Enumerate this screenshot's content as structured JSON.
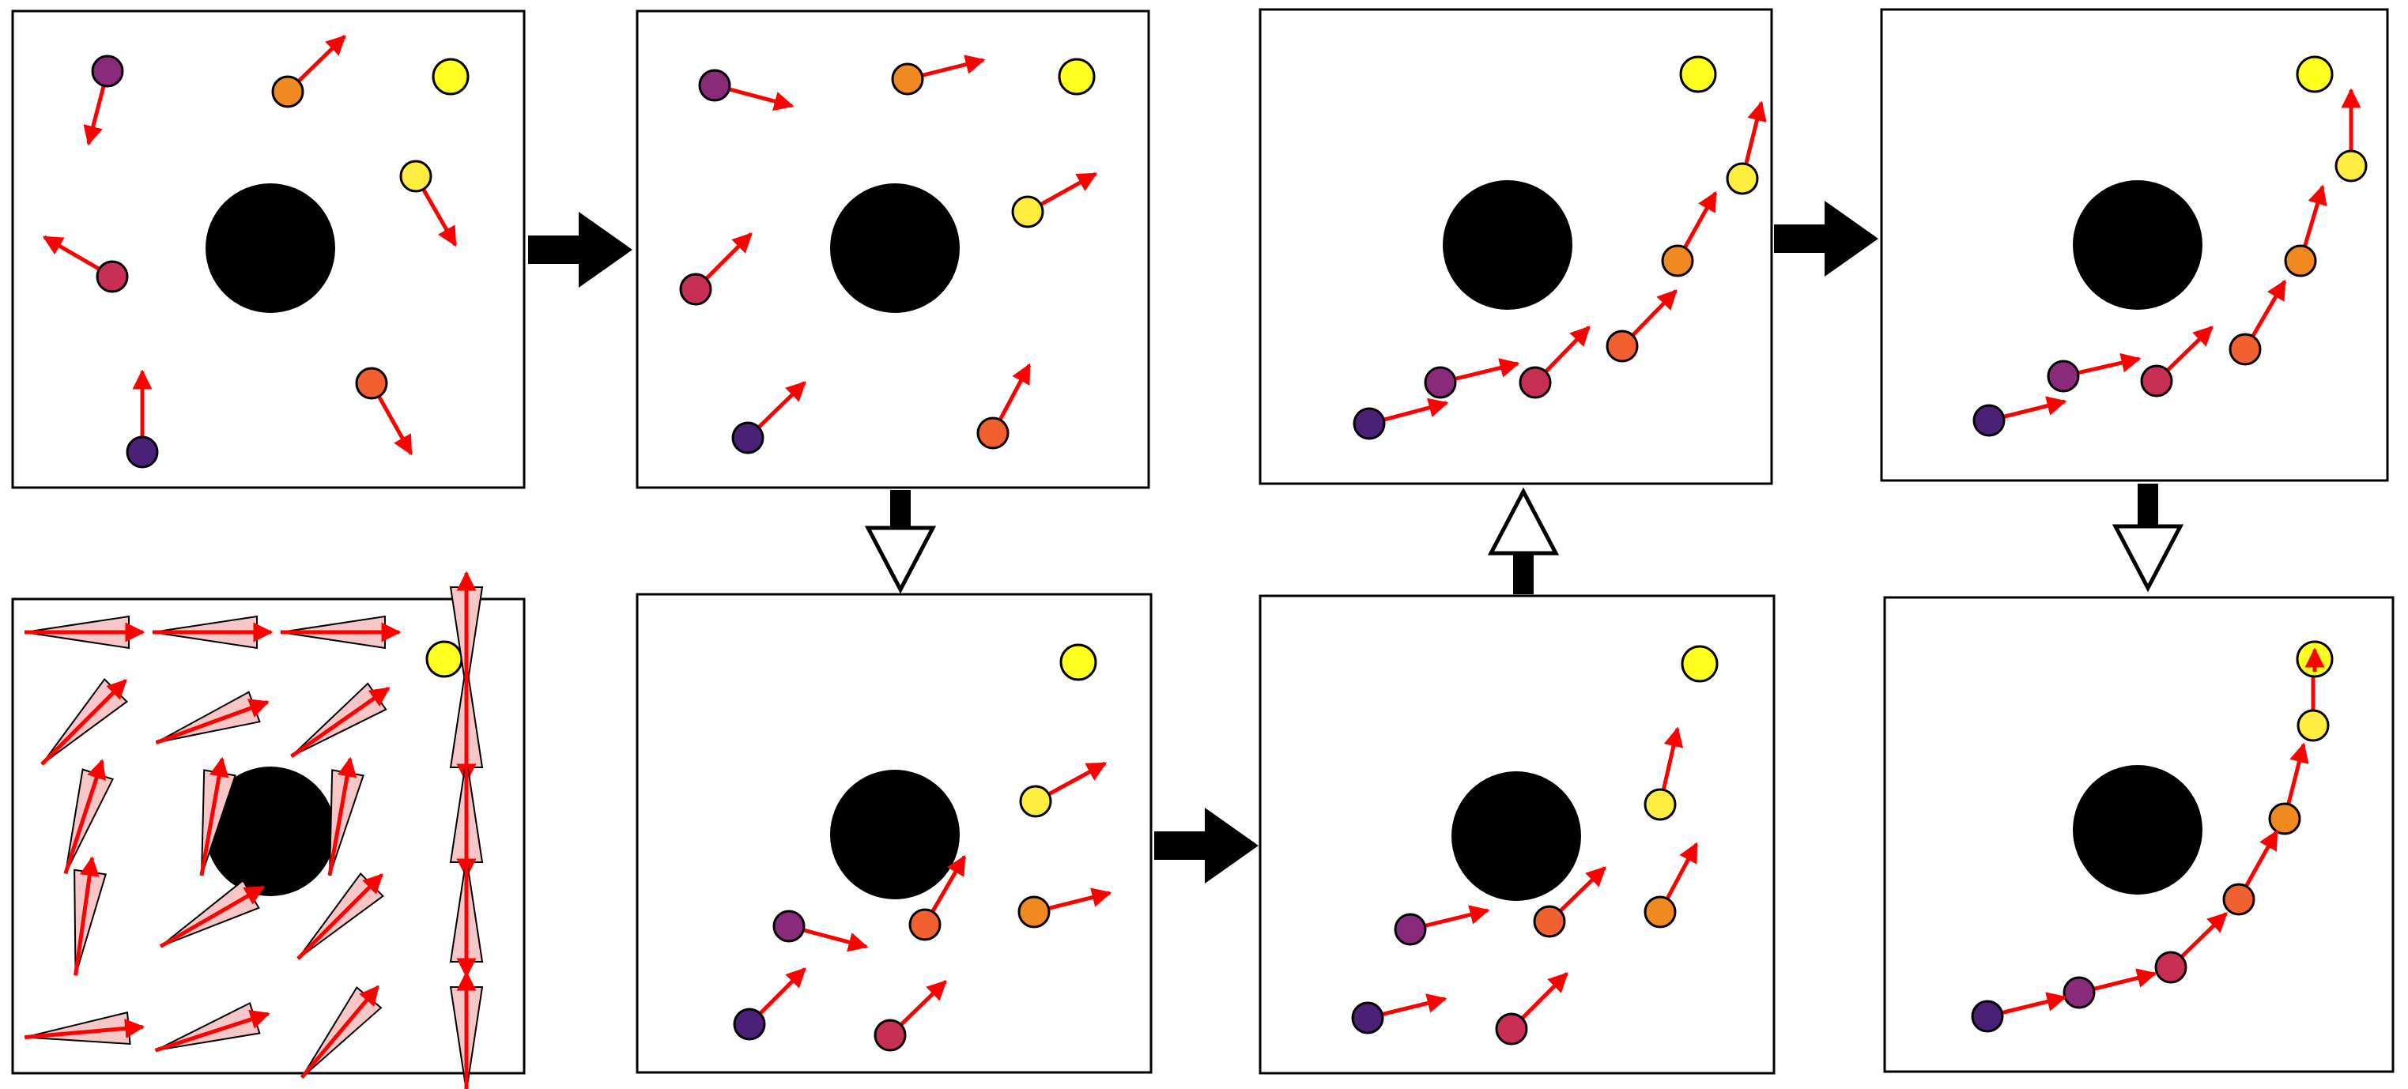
{
  "colors": {
    "background": "#ffffff",
    "panel_border": "#000000",
    "obstacle": "#000000",
    "velocity_arrow": "#ff0000",
    "flow_arrow": "#000000",
    "cone_fill": "#f7c6c6",
    "agent_palette": [
      "#4b2178",
      "#8a2a7a",
      "#c82f55",
      "#f06030",
      "#f08a20",
      "#ffee40",
      "#ffff20"
    ]
  },
  "panels": [
    "initial-state",
    "step-1",
    "alignment-cones",
    "step-2",
    "step-3",
    "aligned-path",
    "path-refined",
    "final-path"
  ],
  "flow_arrows": [
    {
      "name": "flow-arrow-initial-to-step1",
      "style": "filled"
    },
    {
      "name": "flow-arrow-step1-to-step2",
      "style": "hollow"
    },
    {
      "name": "flow-arrow-step2-to-step3",
      "style": "filled"
    },
    {
      "name": "flow-arrow-step3-to-aligned",
      "style": "hollow"
    },
    {
      "name": "flow-arrow-aligned-to-refined",
      "style": "filled"
    },
    {
      "name": "flow-arrow-refined-to-final",
      "style": "hollow"
    }
  ],
  "agents_per_panel": 7,
  "cone_field": {
    "rows": 5,
    "cols": 4
  }
}
